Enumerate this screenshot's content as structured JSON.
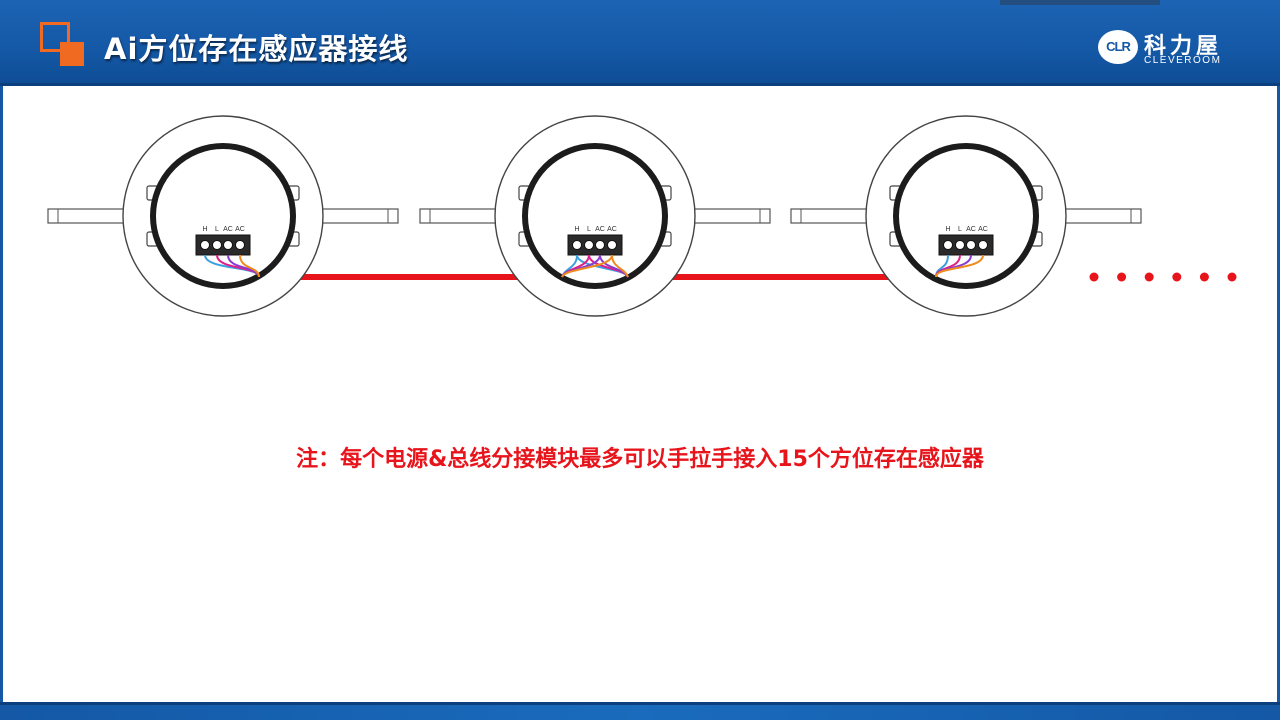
{
  "header": {
    "title": "Ai方位存在感应器接线"
  },
  "brand": {
    "badge_text": "CLR",
    "name_cn": "科力屋",
    "name_en": "CLEVEROOM"
  },
  "diagram": {
    "sensors": [
      {
        "terminal_labels": [
          "H",
          "L",
          "AC",
          "AC"
        ]
      },
      {
        "terminal_labels": [
          "H",
          "L",
          "AC",
          "AC"
        ]
      },
      {
        "terminal_labels": [
          "H",
          "L",
          "AC",
          "AC"
        ]
      }
    ],
    "wire_colors": [
      "#3aa0e0",
      "#e0208a",
      "#8a3ccf",
      "#f08a1c"
    ],
    "bus_color": "#e8141b",
    "continuation_dot_count": 6
  },
  "note": {
    "text": "注：每个电源&总线分接模块最多可以手拉手接入15个方位存在感应器"
  },
  "colors": {
    "header_blue": "#1458a6",
    "accent_orange": "#f06a21",
    "note_red": "#e8141b"
  }
}
